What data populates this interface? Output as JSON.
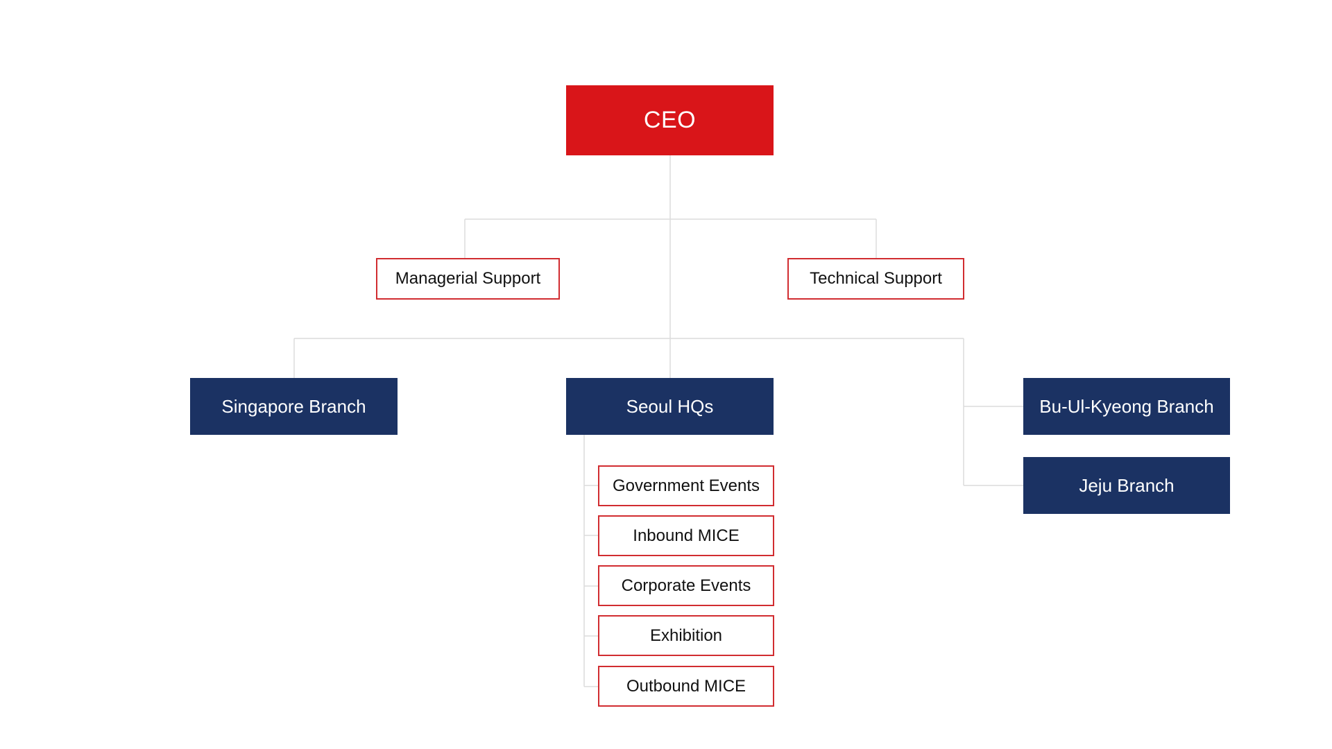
{
  "colors": {
    "ceo": "#d91519",
    "branch": "#1b3263",
    "outline": "#d12c30",
    "connector": "#dcdcdc"
  },
  "ceo": {
    "label": "CEO"
  },
  "support": {
    "managerial": "Managerial Support",
    "technical": "Technical Support"
  },
  "branches": {
    "singapore": "Singapore Branch",
    "seoul": "Seoul HQs",
    "bu_ul_kyeong": "Bu-Ul-Kyeong Branch",
    "jeju": "Jeju Branch"
  },
  "seoul_departments": [
    "Government Events",
    "Inbound MICE",
    "Corporate Events",
    "Exhibition",
    "Outbound MICE"
  ]
}
